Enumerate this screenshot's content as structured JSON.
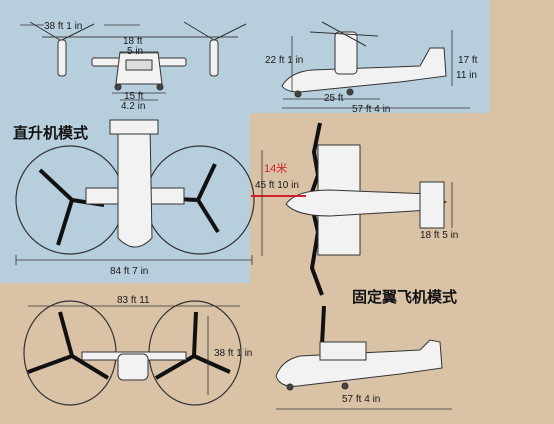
{
  "colors": {
    "background": "#d9c2a6",
    "panel": "#b7cfdd",
    "aircraft": "#f2f2f2",
    "outline": "#333333",
    "highlight": "#d0202a"
  },
  "labels": {
    "helicopter_mode": "直升机模式",
    "fixed_wing_mode": "固定翼飞机模式",
    "metric_note": "14米"
  },
  "dimensions": {
    "front_width_top": "38 ft 1 in",
    "front_18ft": "18 ft",
    "front_5in": "5 in",
    "front_15ft": "15 ft",
    "front_42in": "4.2 in",
    "side_height": "22 ft 1 in",
    "side_17ft": "17 ft",
    "side_11in": "11 in",
    "side_25ft": "25 ft",
    "side_length": "57 ft 4 in",
    "heli_span": "84 ft 7 in",
    "fixed_length": "45 ft 10 in",
    "tail_width": "18 ft 5 in",
    "bottom_span": "83 ft 11",
    "bottom_height": "38 ft 1 in",
    "bottom_length": "57 ft 4 in"
  }
}
